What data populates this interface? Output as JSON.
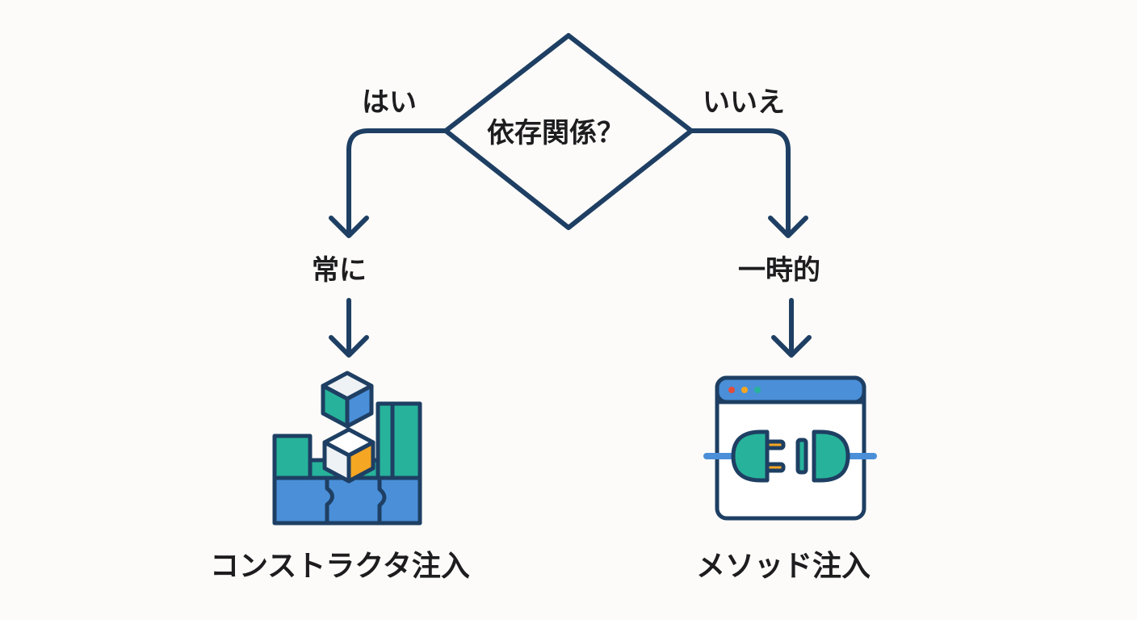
{
  "diagram": {
    "decision": "依存関係？",
    "yes_label": "はい",
    "no_label": "いいえ",
    "left_condition": "常に",
    "right_condition": "一時的",
    "left_result": "コンストラクタ注入",
    "right_result": "メソッド注入"
  },
  "colors": {
    "line": "#1e3f63",
    "teal": "#27b39b",
    "blue": "#4a8fd8",
    "orange": "#f5a623",
    "white": "#f5f5f5"
  },
  "icons": {
    "left": "constructor-injection-icon",
    "right": "method-injection-icon"
  }
}
